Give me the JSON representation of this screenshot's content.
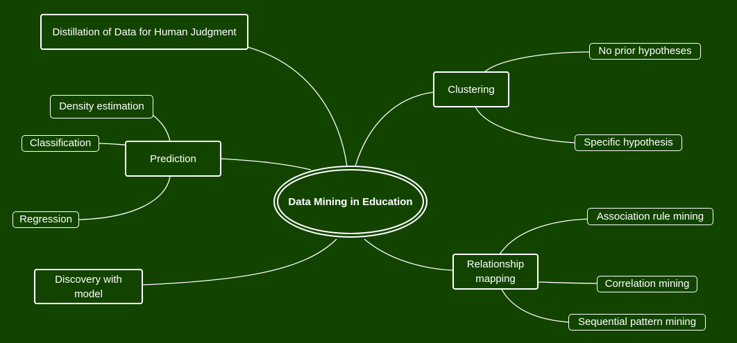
{
  "diagram": {
    "center": {
      "label": "Data Mining in Education"
    },
    "distillation": {
      "label": "Distillation of Data for Human Judgment"
    },
    "clustering": {
      "label": "Clustering",
      "children": [
        "No prior hypotheses",
        "Specific hypothesis"
      ]
    },
    "prediction": {
      "label": "Prediction",
      "children": [
        "Density estimation",
        "Classification",
        "Regression"
      ]
    },
    "discovery": {
      "label": "Discovery with model"
    },
    "relationship": {
      "label": "Relationship mapping",
      "children": [
        "Association rule mining",
        "Correlation mining",
        "Sequential pattern mining"
      ]
    }
  },
  "colors": {
    "background": "#124400",
    "line": "#ffffff",
    "text": "#ffffff"
  }
}
